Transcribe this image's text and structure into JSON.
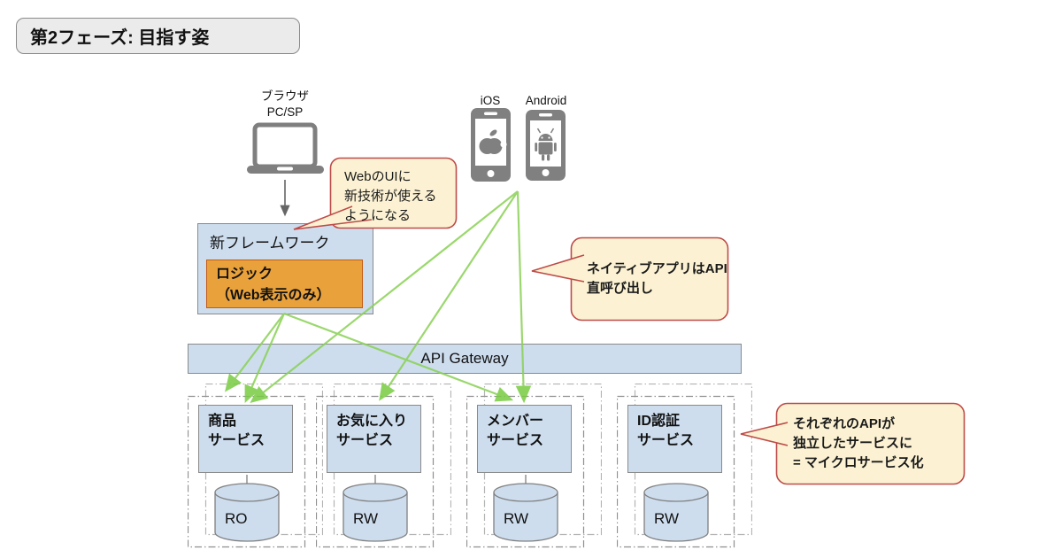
{
  "page_title": "第2フェーズ: 目指す姿",
  "devices": {
    "browser_label": "ブラウザ\nPC/SP",
    "ios_label": "iOS",
    "android_label": "Android"
  },
  "framework": {
    "title": "新フレームワーク",
    "logic": "ロジック\n（Web表示のみ）"
  },
  "gateway": {
    "label": "API Gateway"
  },
  "services": [
    {
      "name": "商品\nサービス",
      "db": "RO"
    },
    {
      "name": "お気に入り\nサービス",
      "db": "RW"
    },
    {
      "name": "メンバー\nサービス",
      "db": "RW"
    },
    {
      "name": "ID認証\nサービス",
      "db": "RW"
    }
  ],
  "callouts": {
    "web_ui": "WebのUIに\n新技術が使える\nようになる",
    "native_app": "ネイティブアプリはAPI\n直呼び出し",
    "microservice": "それぞれのAPIが\n独立したサービスに\n= マイクロサービス化"
  },
  "colors": {
    "service_box_fill": "#cdddee",
    "box_border": "#8a8a8a",
    "logic_fill": "#e9a13b",
    "logic_border": "#c55a11",
    "callout_fill": "#fcf2d3",
    "callout_border": "#be4b48",
    "arrow_green": "#8ad155",
    "icon_gray": "#808080",
    "title_fill": "#ebebeb"
  }
}
